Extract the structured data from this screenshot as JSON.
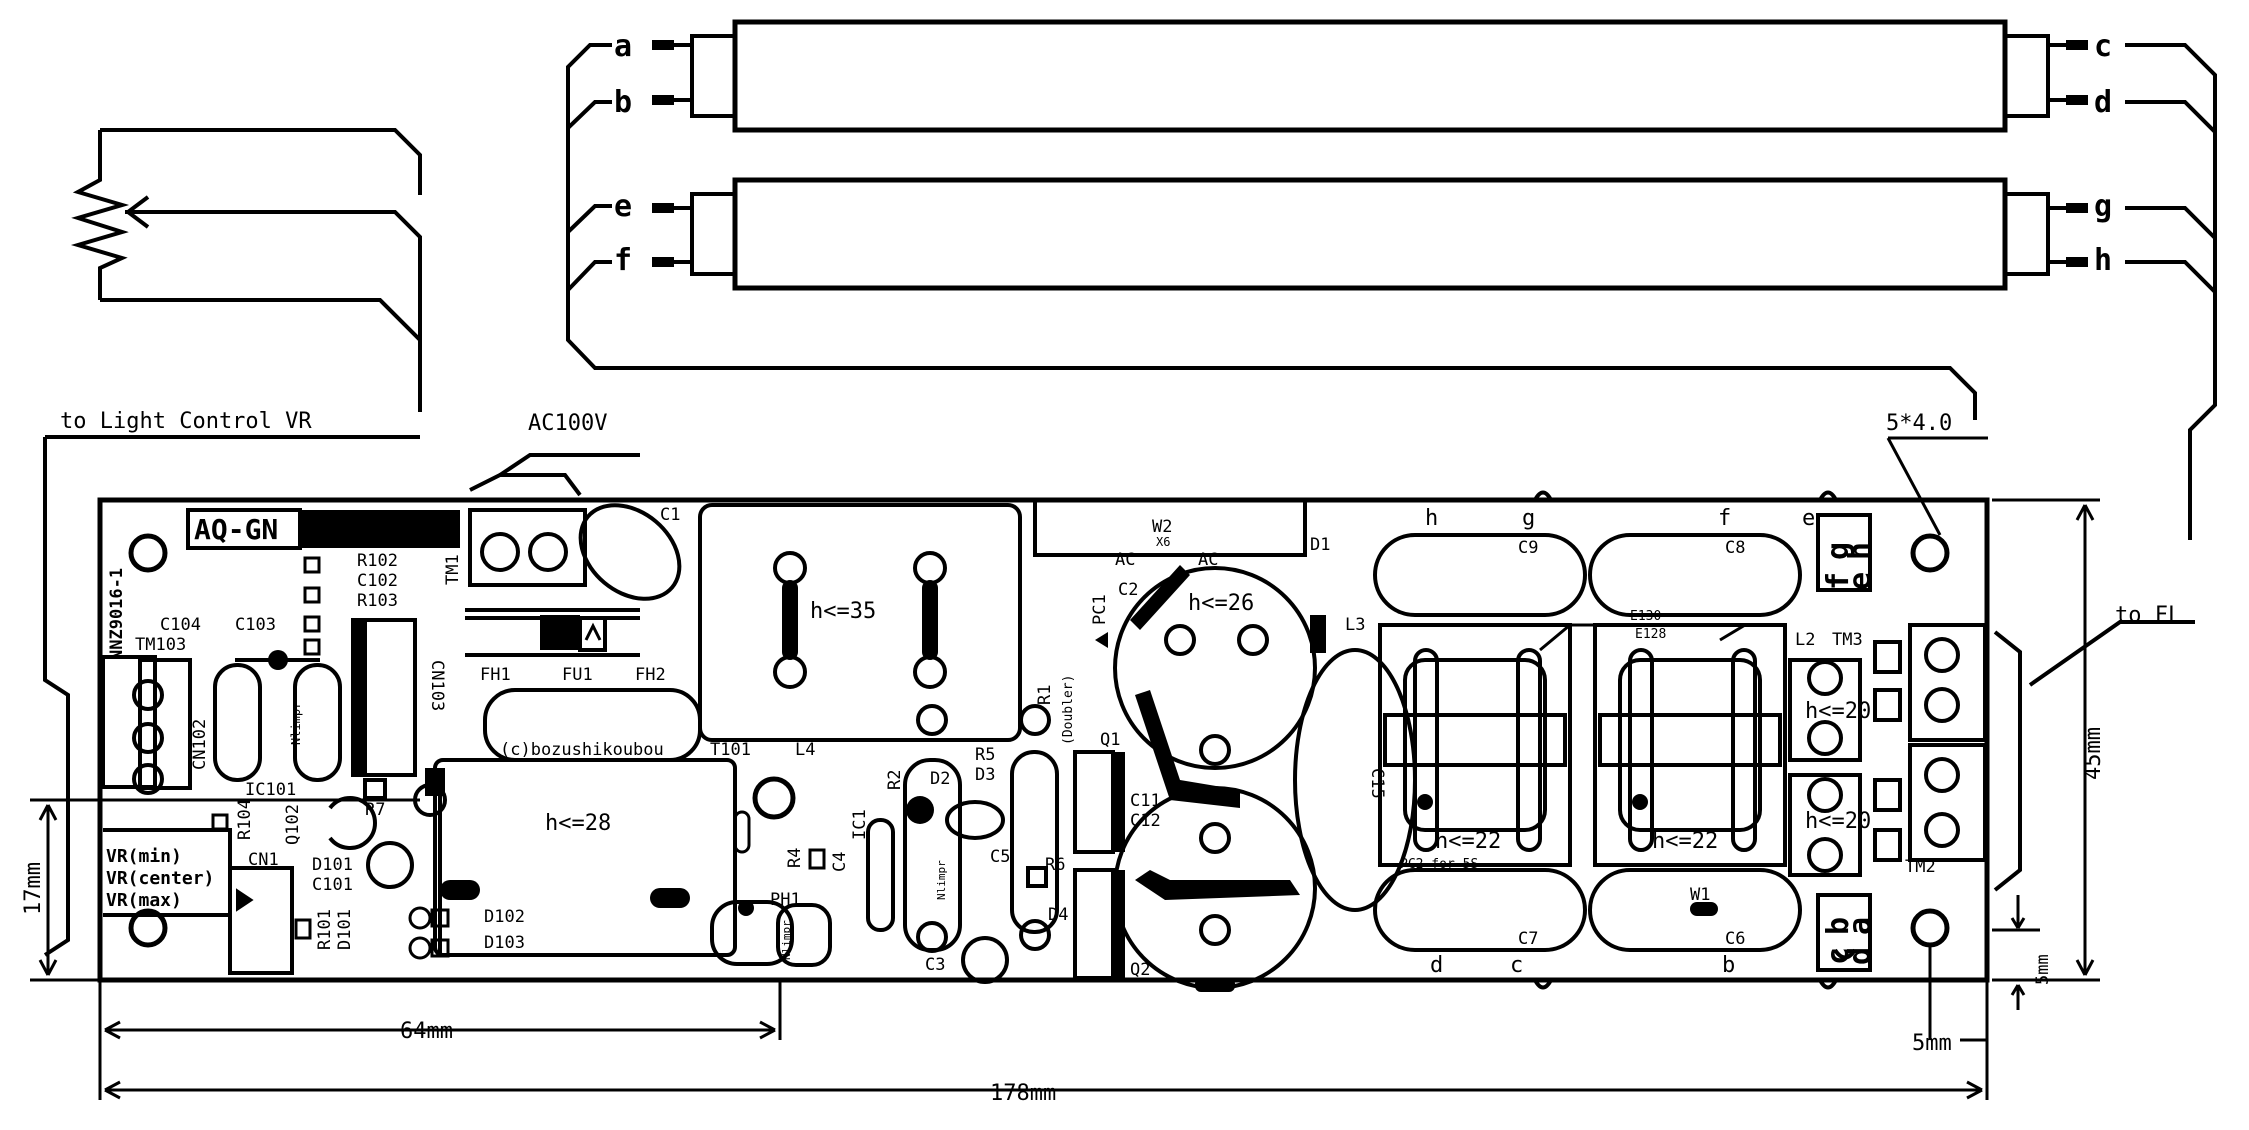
{
  "tubes": {
    "upper_left_pins": [
      "a",
      "b"
    ],
    "upper_right_pins": [
      "c",
      "d"
    ],
    "lower_left_pins": [
      "e",
      "f"
    ],
    "lower_right_pins": [
      "g",
      "h"
    ]
  },
  "labels": {
    "light_control": "to Light Control VR",
    "ac_input": "AC100V",
    "hole_spec": "5*4.0",
    "to_fl": "to FL",
    "board_name": "AQ-GN",
    "board_id": "NNZ9016-1",
    "copyright": "(c)bozushikoubou",
    "pc2_note": "PC2 for 5S",
    "doubler": "(Doubler)",
    "nlimpr": "Nlimpr"
  },
  "vr_pins": [
    "VR(min)",
    "VR(center)",
    "VR(max)"
  ],
  "heights": {
    "transformer": "h<=35",
    "cap_c2": "h<=26",
    "t101": "h<=28",
    "coil_left": "h<=22",
    "coil_right": "h<=22",
    "tm3": "h<=20",
    "tm2": "h<=20"
  },
  "components": {
    "c1": "C1",
    "tm1": "TM1",
    "fh1": "FH1",
    "fu1": "FU1",
    "fh2": "FH2",
    "r102": "R102",
    "c102": "C102",
    "r103": "R103",
    "cn103": "CN103",
    "c104": "C104",
    "c103": "C103",
    "tm103": "TM103",
    "cn102": "CN102",
    "ic101": "IC101",
    "q102": "Q102",
    "r7": "R7",
    "r104": "R104",
    "d101": "D101",
    "c101": "C101",
    "r101": "R101",
    "d101b": "D101",
    "d102": "D102",
    "d103": "D103",
    "cn1": "CN1",
    "t101": "T101",
    "l4": "L4",
    "ph1": "PH1",
    "r4": "R4",
    "c4": "C4",
    "ic1": "IC1",
    "r2": "R2",
    "d2": "D2",
    "r5": "R5",
    "d3": "D3",
    "c5": "C5",
    "r6": "R6",
    "d4": "D4",
    "c3": "C3",
    "r1": "R1",
    "q1": "Q1",
    "q2": "Q2",
    "c11": "C11",
    "c12": "C12",
    "pc1": "PC1",
    "c2": "C2",
    "w2": "W2",
    "d1": "D1",
    "l3": "L3",
    "c15": "C15",
    "c9": "C9",
    "c8": "C8",
    "c7": "C7",
    "c6": "C6",
    "l2": "L2",
    "tm3": "TM3",
    "tm2": "TM2",
    "w1": "W1",
    "e130": "E130",
    "e128": "E128",
    "ac_a": "AC",
    "ac_b": "AC",
    "w2_sub": "X6"
  },
  "edge_letters": {
    "top": [
      "h",
      "g",
      "f",
      "e"
    ],
    "bottom": [
      "d",
      "c",
      "b"
    ],
    "tm3_side": [
      "g",
      "f",
      "h",
      "e"
    ],
    "tm2_side": [
      "b",
      "c",
      "a",
      "d"
    ]
  },
  "dimensions": {
    "height_17": "17mm",
    "width_64": "64mm",
    "width_178": "178mm",
    "height_45": "45mm",
    "edge_5a": "5mm",
    "edge_5b": "5mm"
  }
}
